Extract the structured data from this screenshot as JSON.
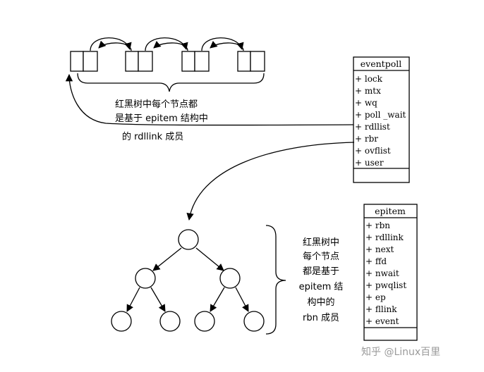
{
  "eventpoll": {
    "title": "eventpoll",
    "fields": [
      "+ lock",
      "+ mtx",
      "+ wq",
      "+ poll _wait",
      "+ rdllist",
      "+ rbr",
      "+ ovflist",
      "+ user"
    ]
  },
  "epitem": {
    "title": "epitem",
    "fields": [
      "+ rbn",
      "+ rdllink",
      "+ next",
      "+ ffd",
      "+ nwait",
      "+ pwqlist",
      "+ ep",
      "+ fllink",
      "+ event"
    ]
  },
  "top_note": {
    "line1": "红黑树中每个节点都",
    "line2": "是基于 epitem 结构中",
    "line3": "的 rdllink 成员"
  },
  "tree_note": {
    "line1": "红黑树中",
    "line2": "每个节点",
    "line3": "都是基于",
    "line4": "epitem  结",
    "line5": "构中的",
    "line6": "rbn 成员"
  },
  "watermark": "知乎 @Linux百里"
}
